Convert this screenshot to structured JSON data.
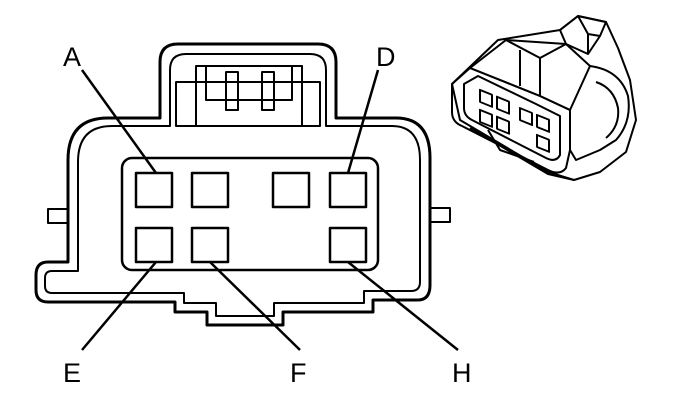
{
  "connector": {
    "pins": [
      {
        "id": "A",
        "label": "A"
      },
      {
        "id": "D",
        "label": "D"
      },
      {
        "id": "E",
        "label": "E"
      },
      {
        "id": "F",
        "label": "F"
      },
      {
        "id": "H",
        "label": "H"
      }
    ]
  },
  "colors": {
    "line": "#000000",
    "background": "#ffffff"
  }
}
